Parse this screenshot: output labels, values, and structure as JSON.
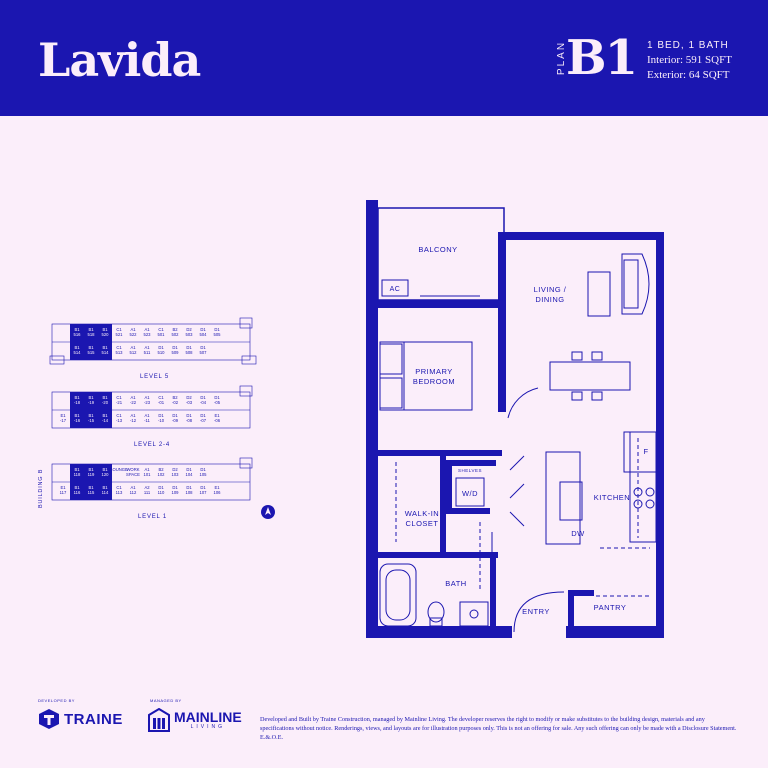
{
  "header": {
    "brand": "Lavida",
    "plan_word": "PLAN",
    "plan_code": "B1",
    "beds": "1 BED, 1 BATH",
    "interior": "Interior: 591 SQFT",
    "exterior": "Exterior: 64 SQFT"
  },
  "colors": {
    "brand_blue": "#1b16b0",
    "background": "#fbeefa"
  },
  "keyplan": {
    "building_label": "BUILDING B",
    "level5": {
      "label": "LEVEL 5",
      "top_row": [
        "B1 516",
        "B1 518",
        "B1 520",
        "C1 521",
        "A1 522",
        "A1 523",
        "C1 501",
        "B2 502",
        "D2 503",
        "D1 504",
        "D1 505"
      ],
      "bottom_row": [
        "B1 514",
        "B1 515",
        "B1 514",
        "C1 513",
        "A1 512",
        "A1 511",
        "D1 510",
        "D1 509",
        "D1 508",
        "D1 507"
      ]
    },
    "level24": {
      "label": "LEVEL 2-4",
      "top_row": [
        "B1 -18",
        "B1 -19",
        "B1 -20",
        "C1 -21",
        "A1 -22",
        "A1 -23",
        "C1 -01",
        "B2 -02",
        "D2 -03",
        "D1 -04",
        "D1 -05"
      ],
      "bottom_row": [
        "E1 -17",
        "B1 -16",
        "B1 -15",
        "B1 -14",
        "C1 -13",
        "A1 -12",
        "A1 -11",
        "D1 -10",
        "D1 -09",
        "D1 -08",
        "D1 -07",
        "E1 -06"
      ]
    },
    "level1": {
      "label": "LEVEL 1",
      "top_row": [
        "B1 118",
        "B1 119",
        "B1 120",
        "LOUNGE",
        "WORK SPACE",
        "A1 101",
        "B2 102",
        "D2 103",
        "D1 104",
        "D1 105"
      ],
      "bottom_row": [
        "E1 117",
        "B1 116",
        "B1 115",
        "B1 114",
        "C1 113",
        "A1 112",
        "A2 111",
        "D1 110",
        "D1 109",
        "D1 108",
        "D1 107",
        "E1 106"
      ]
    }
  },
  "floorplan": {
    "balcony": "BALCONY",
    "ac": "AC",
    "living_line1": "LIVING /",
    "living_line2": "DINING",
    "bedroom_line1": "PRIMARY",
    "bedroom_line2": "BEDROOM",
    "shelves": "SHELVES",
    "wd": "W/D",
    "kitchen": "KITCHEN",
    "fridge": "F",
    "dw": "DW",
    "closet_line1": "WALK-IN",
    "closet_line2": "CLOSET",
    "bath": "BATH",
    "entry": "ENTRY",
    "pantry": "PANTRY"
  },
  "footer": {
    "developed_by": "DEVELOPED BY",
    "developer": "TRAINE",
    "managed_by": "MANAGED BY",
    "manager": "MAINLINE",
    "manager_sub": "LIVING",
    "disclaimer": "Developed and Built by Traine Construction, managed by Mainline Living. The developer reserves the right to modify or make substitutes to the building design, materials and any specifications without notice. Renderings, views, and layouts are for illustration purposes only. This is not an offering for sale. Any such offering can only be made with a Disclosure Statement. E.&.O.E."
  }
}
